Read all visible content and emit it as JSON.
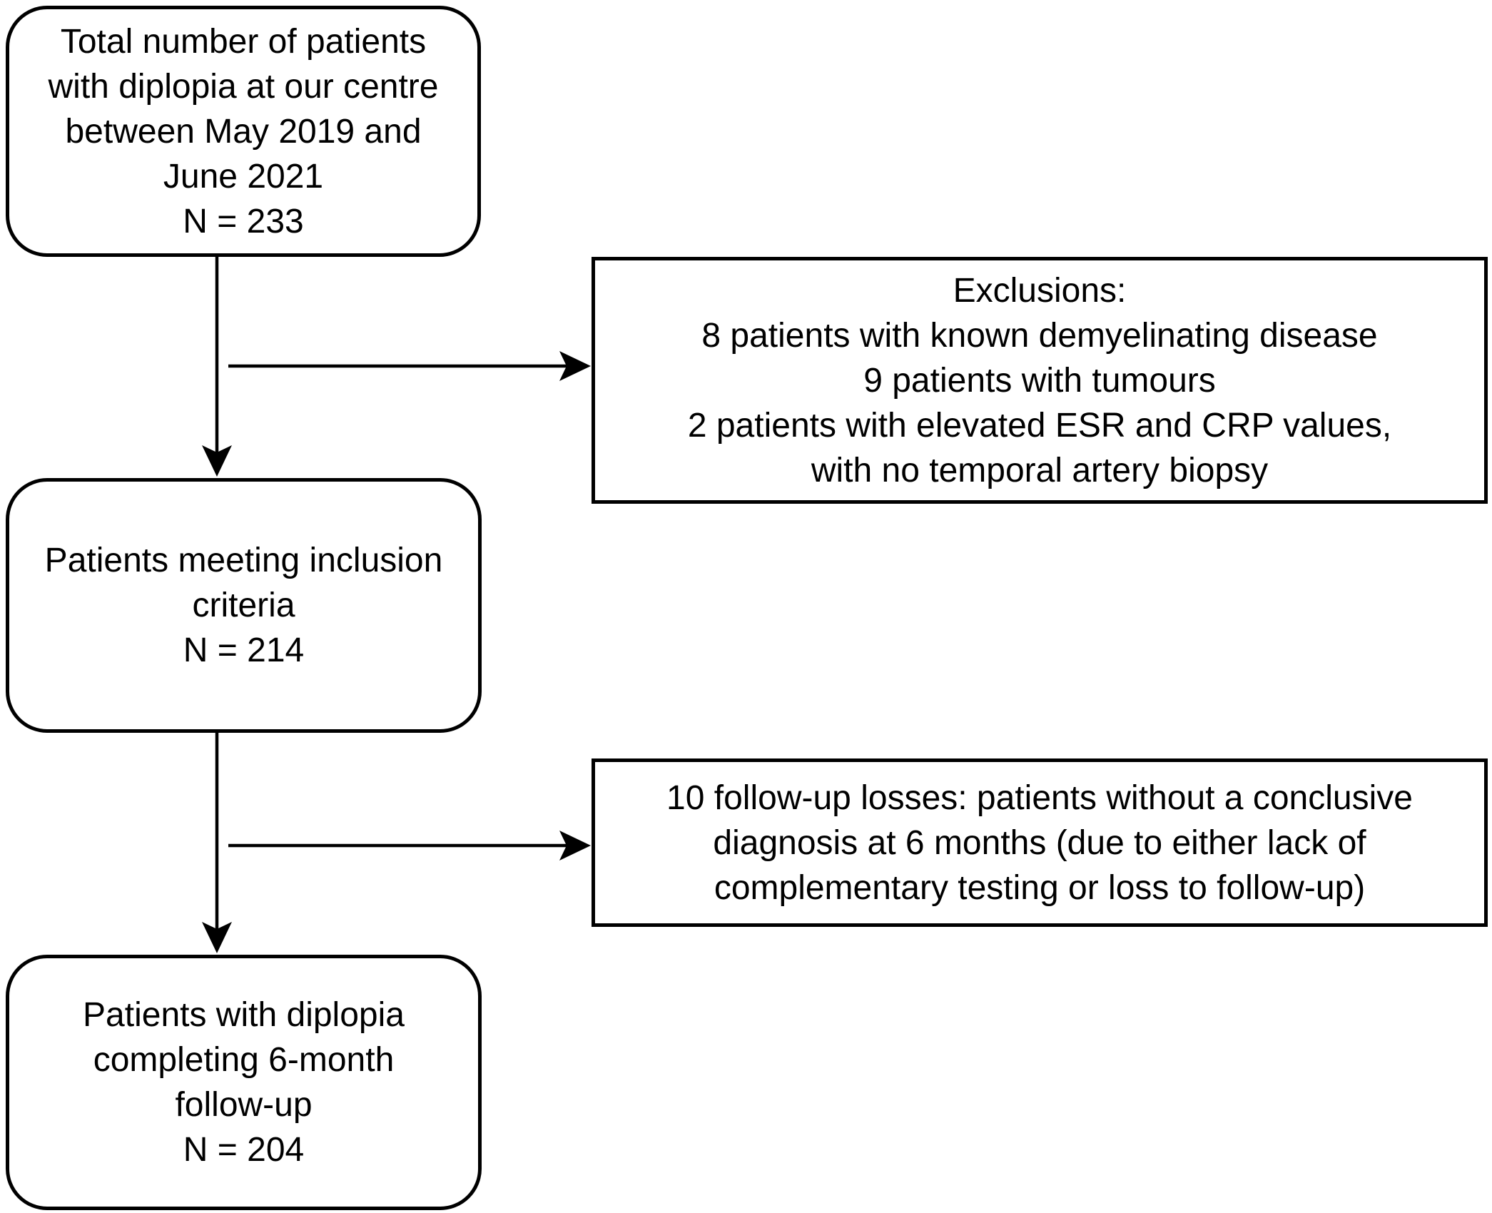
{
  "diagram": {
    "type": "flowchart",
    "background_color": "#ffffff",
    "line_color": "#000000",
    "text_color": "#000000",
    "nodes": {
      "total": {
        "shape": "rounded",
        "lines": [
          "Total number of patients",
          "with diplopia at our centre",
          "between May 2019 and",
          "June 2021",
          "N = 233"
        ],
        "n_value": 233
      },
      "exclusions": {
        "shape": "rectangle",
        "lines": [
          "Exclusions:",
          "8 patients with known demyelinating disease",
          "9 patients with tumours",
          "2 patients with elevated ESR and CRP values,",
          "with no temporal artery biopsy"
        ]
      },
      "inclusion": {
        "shape": "rounded",
        "lines": [
          "Patients meeting inclusion",
          "criteria",
          "N = 214"
        ],
        "n_value": 214
      },
      "followup_losses": {
        "shape": "rectangle",
        "lines": [
          "10 follow-up losses: patients without a conclusive",
          "diagnosis at 6 months (due to either lack of",
          "complementary testing or loss to follow-up)"
        ]
      },
      "completed": {
        "shape": "rounded",
        "lines": [
          "Patients with diplopia",
          "completing 6-month",
          "follow-up",
          "N = 204"
        ],
        "n_value": 204
      }
    },
    "edges": [
      {
        "from": "total",
        "to": "inclusion",
        "direction": "down"
      },
      {
        "from": "total",
        "to": "exclusions",
        "direction": "right"
      },
      {
        "from": "inclusion",
        "to": "completed",
        "direction": "down"
      },
      {
        "from": "inclusion",
        "to": "followup_losses",
        "direction": "right"
      }
    ]
  }
}
